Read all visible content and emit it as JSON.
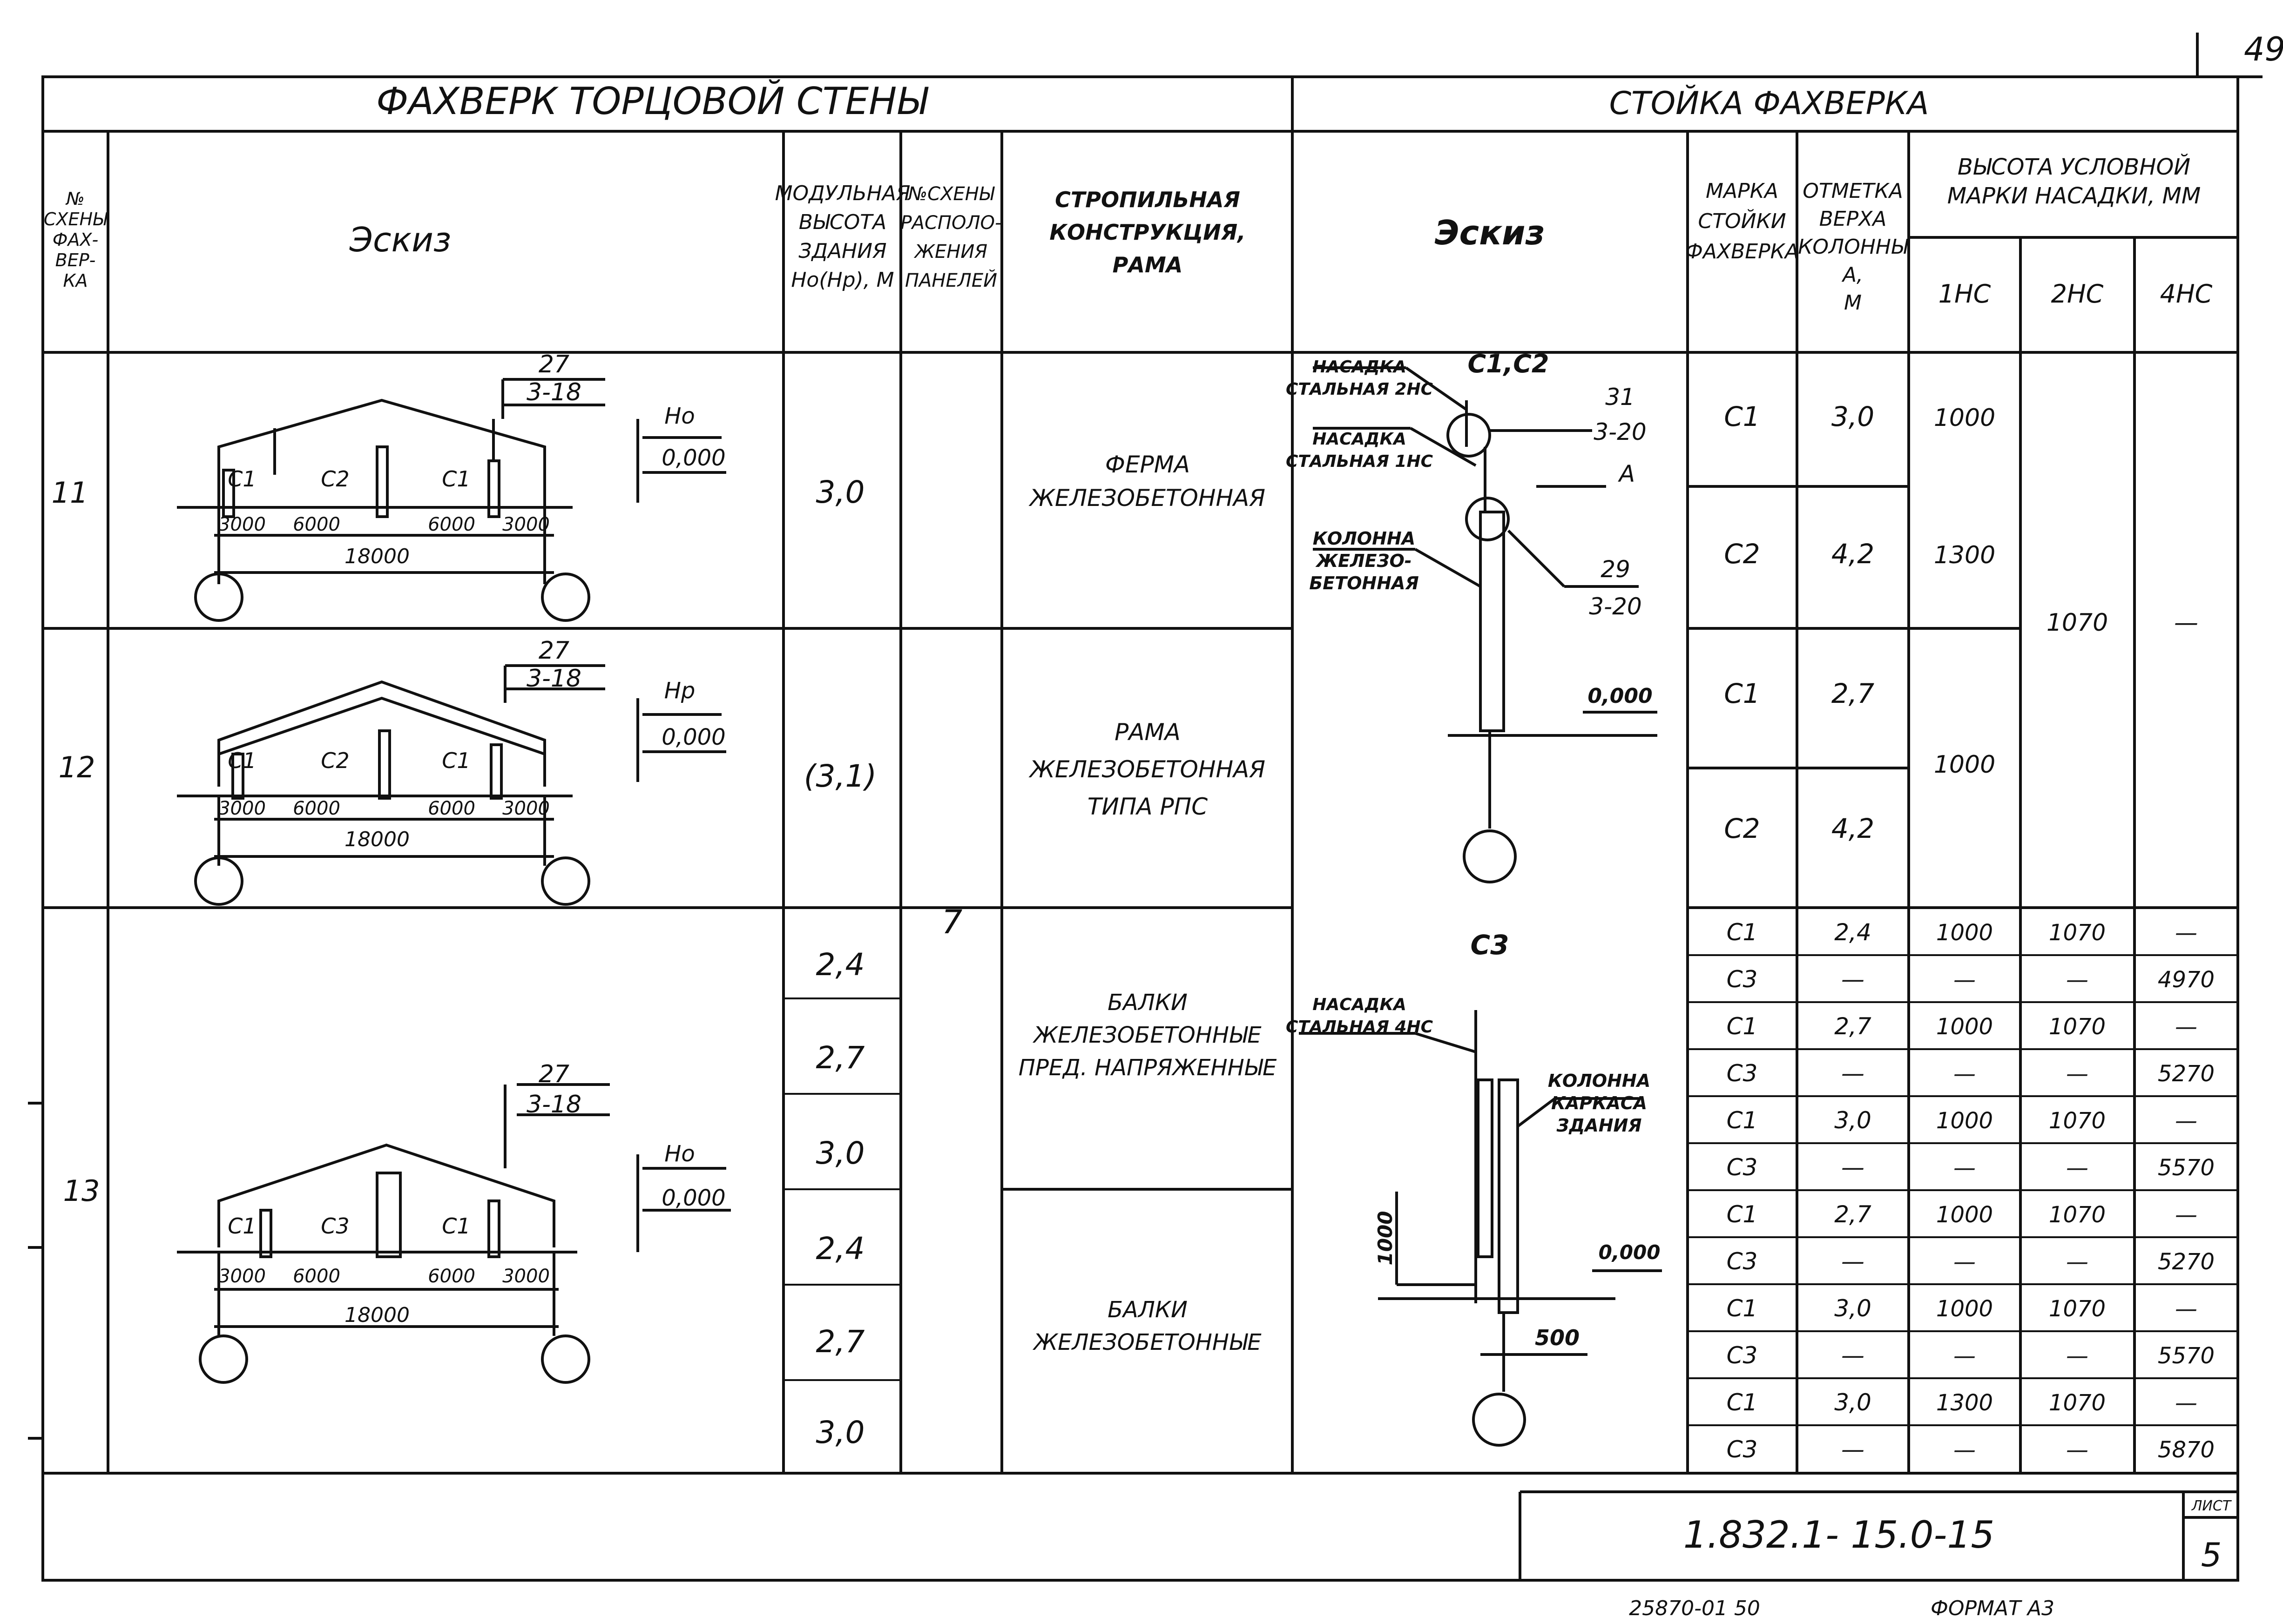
{
  "sheet_corner_number": "49",
  "left_title": "ФАХВЕРК ТОРЦОВОЙ СТЕНЫ",
  "right_title": "СТОЙКА ФАХВЕРКА",
  "left_headers": {
    "scheme_no": [
      "№",
      "СХЕНЫ",
      "ФАХ-",
      "ВЕР-",
      "КА"
    ],
    "sketch": "Эскиз",
    "modular_height": [
      "МОДУЛЬНАЯ",
      "ВЫСОТА",
      "ЗДАНИЯ",
      "Но(Нр), М"
    ],
    "panel_scheme": [
      "№СХЕНЫ",
      "РАСПОЛО-",
      "ЖЕНИЯ",
      "ПАНЕЛЕЙ"
    ],
    "rafter": [
      "СТРОПИЛЬНАЯ",
      "КОНСТРУКЦИЯ,",
      "РАМА"
    ]
  },
  "right_headers": {
    "sketch": "Эскиз",
    "mark": [
      "МАРКА",
      "СТОЙКИ",
      "ФАХВЕРКА"
    ],
    "top_level": [
      "ОТМЕТКА",
      "ВЕРХА",
      "КОЛОННЫ",
      "А,",
      "М"
    ],
    "nozzle_height": [
      "ВЫСОТА УСЛОВНОЙ",
      "МАРКИ НАСАДКИ, ММ"
    ],
    "nozzle_cols": [
      "1НС",
      "2НС",
      "4НС"
    ]
  },
  "schemes": [
    {
      "no": "11",
      "heights": [
        "3,0"
      ],
      "rafter": [
        "ФЕРМА",
        "ЖЕЛЕЗОБЕТОННАЯ"
      ],
      "level_label": "Но"
    },
    {
      "no": "12",
      "heights": [
        "(3,1)"
      ],
      "rafter": [
        "РАМА",
        "ЖЕЛЕЗОБЕТОННАЯ",
        "ТИПА РПС"
      ],
      "level_label": "Нр"
    },
    {
      "no": "13",
      "heights": [
        "2,4",
        "2,7",
        "3,0",
        "2,4",
        "2,7",
        "3,0"
      ],
      "rafter_a": [
        "БАЛКИ",
        "ЖЕЛЕЗОБЕТОННЫЕ",
        "ПРЕД. НАПРЯЖЕННЫЕ"
      ],
      "rafter_b": [
        "БАЛКИ",
        "ЖЕЛЕЗОБЕТОННЫЕ"
      ],
      "level_label": "Но"
    }
  ],
  "panel_scheme_value": "7",
  "sketch_labels": {
    "ref_num": "27",
    "ref_sheet": "3-18",
    "zero": "0,000",
    "dims": [
      "3000",
      "6000",
      "6000",
      "3000"
    ],
    "span": "18000",
    "c1": "С1",
    "c2": "С2",
    "c3": "С3"
  },
  "post_sketch_top": {
    "title": "С1,С2",
    "nozzle2": [
      "НАСАДКА",
      "СТАЛЬНАЯ 2НС"
    ],
    "nozzle1": [
      "НАСАДКА",
      "СТАЛЬНАЯ 1НС"
    ],
    "column": [
      "КОЛОННА",
      "ЖЕЛЕЗО-",
      "БЕТОННАЯ"
    ],
    "ref1_num": "31",
    "ref1_sheet": "3-20",
    "level_a": "А",
    "ref2_num": "29",
    "ref2_sheet": "3-20",
    "zero": "0,000"
  },
  "post_sketch_bottom": {
    "title": "С3",
    "nozzle4": [
      "НАСАДКА",
      "СТАЛЬНАЯ 4НС"
    ],
    "column": [
      "КОЛОННА",
      "КАРКАСА",
      "ЗДАНИЯ"
    ],
    "dim_vertical": "1000",
    "zero": "0,000",
    "dim_horizontal": "500"
  },
  "post_rows_top": [
    {
      "mark": "С1",
      "level": "3,0"
    },
    {
      "mark": "С2",
      "level": "4,2"
    },
    {
      "mark": "С1",
      "level": "2,7"
    },
    {
      "mark": "С2",
      "level": "4,2"
    }
  ],
  "post_top_merged": {
    "ns1_a": "1000",
    "ns1_b": "1300",
    "ns1_c": "1000",
    "ns2": "1070",
    "ns4": "—"
  },
  "post_rows_bottom": [
    {
      "mark": "С1",
      "level": "2,4",
      "ns1": "1000",
      "ns2": "1070",
      "ns4": "—"
    },
    {
      "mark": "С3",
      "level": "—",
      "ns1": "—",
      "ns2": "—",
      "ns4": "4970"
    },
    {
      "mark": "С1",
      "level": "2,7",
      "ns1": "1000",
      "ns2": "1070",
      "ns4": "—"
    },
    {
      "mark": "С3",
      "level": "—",
      "ns1": "—",
      "ns2": "—",
      "ns4": "5270"
    },
    {
      "mark": "С1",
      "level": "3,0",
      "ns1": "1000",
      "ns2": "1070",
      "ns4": "—"
    },
    {
      "mark": "С3",
      "level": "—",
      "ns1": "—",
      "ns2": "—",
      "ns4": "5570"
    },
    {
      "mark": "С1",
      "level": "2,7",
      "ns1": "1000",
      "ns2": "1070",
      "ns4": "—"
    },
    {
      "mark": "С3",
      "level": "—",
      "ns1": "—",
      "ns2": "—",
      "ns4": "5270"
    },
    {
      "mark": "С1",
      "level": "3,0",
      "ns1": "1000",
      "ns2": "1070",
      "ns4": "—"
    },
    {
      "mark": "С3",
      "level": "—",
      "ns1": "—",
      "ns2": "—",
      "ns4": "5570"
    },
    {
      "mark": "С1",
      "level": "3,0",
      "ns1": "1300",
      "ns2": "1070",
      "ns4": "—"
    },
    {
      "mark": "С3",
      "level": "—",
      "ns1": "—",
      "ns2": "—",
      "ns4": "5870"
    }
  ],
  "stamp": {
    "code": "1.832.1- 15.0-15",
    "sheet_label": "ЛИСТ",
    "sheet_no": "5"
  },
  "footer": {
    "inv": "25870-01 50",
    "format": "ФОРМАТ А3"
  }
}
